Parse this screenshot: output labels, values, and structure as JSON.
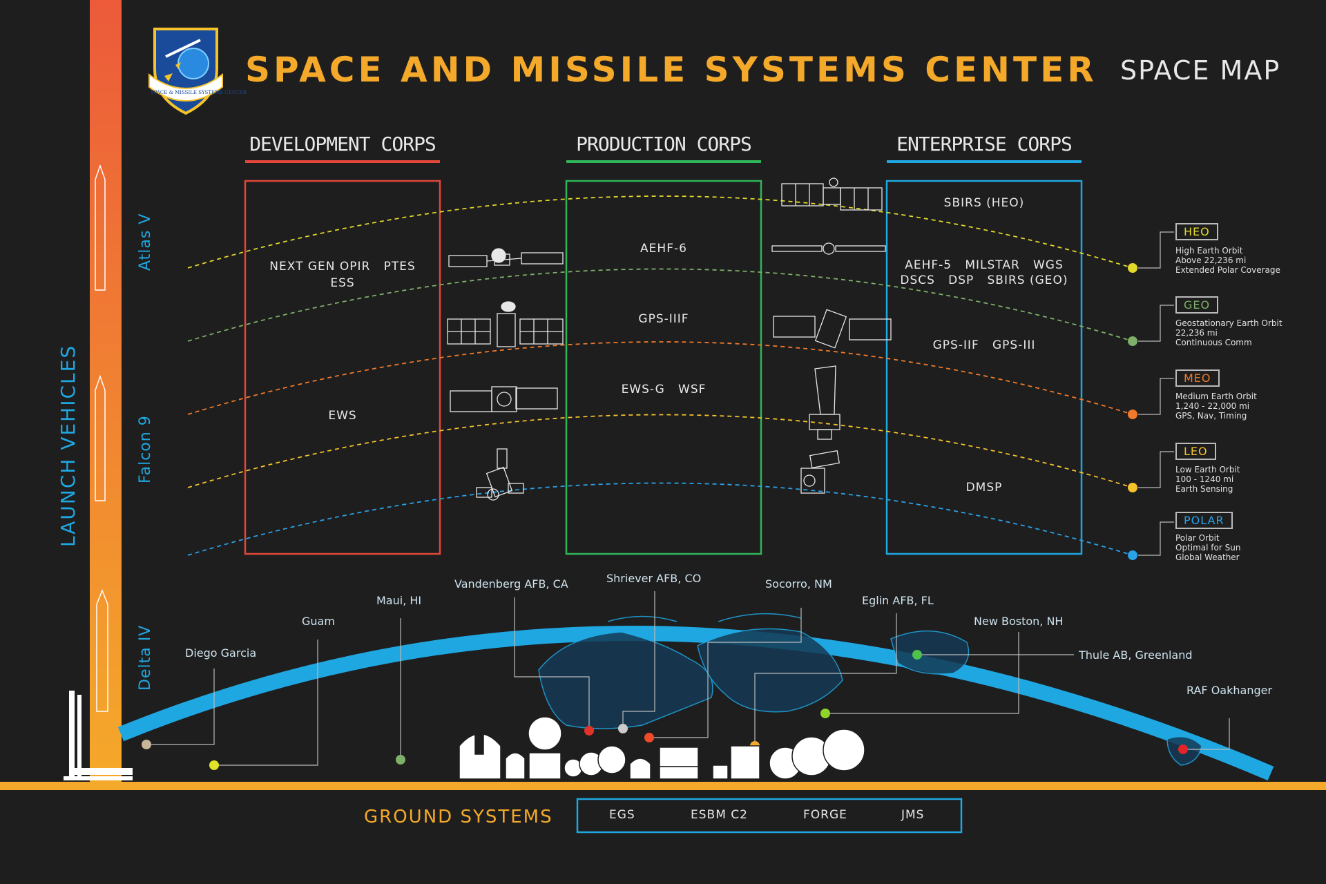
{
  "header": {
    "title": "SPACE AND MISSILE SYSTEMS CENTER",
    "subtitle": "SPACE MAP",
    "logo_text": "SPACE & MISSILE SYSTEMS CENTER"
  },
  "launch_vehicles": {
    "label": "LAUNCH VEHICLES",
    "vehicles": [
      "Atlas V",
      "Falcon 9",
      "Delta IV"
    ]
  },
  "corps": [
    {
      "name": "DEVELOPMENT CORPS",
      "color": "#e2473a",
      "programs": [
        "NEXT GEN OPIR   PTES",
        "ESS",
        "EWS"
      ]
    },
    {
      "name": "PRODUCTION CORPS",
      "color": "#2fb55a",
      "programs": [
        "AEHF-6",
        "GPS-IIIF",
        "EWS-G   WSF"
      ]
    },
    {
      "name": "ENTERPRISE CORPS",
      "color": "#1fa7e2",
      "programs": [
        "SBIRS (HEO)",
        "AEHF-5   MILSTAR   WGS",
        "DSCS   DSP   SBIRS (GEO)",
        "GPS-IIF   GPS-III",
        "DMSP"
      ]
    }
  ],
  "orbits": [
    {
      "tag": "HEO",
      "color": "#e2d82a",
      "desc": [
        "High Earth Orbit",
        "Above 22,236 mi",
        "Extended Polar Coverage"
      ]
    },
    {
      "tag": "GEO",
      "color": "#7fb069",
      "desc": [
        "Geostationary Earth Orbit",
        "22,236 mi",
        "Continuous Comm"
      ]
    },
    {
      "tag": "MEO",
      "color": "#f07a2a",
      "desc": [
        "Medium Earth Orbit",
        "1,240 - 22,000 mi",
        "GPS, Nav, Timing"
      ]
    },
    {
      "tag": "LEO",
      "color": "#f5c32a",
      "desc": [
        "Low Earth Orbit",
        "100 - 1240 mi",
        "Earth Sensing"
      ]
    },
    {
      "tag": "POLAR",
      "color": "#2aa2e8",
      "desc": [
        "Polar Orbit",
        "Optimal for Sun",
        "Global Weather"
      ]
    }
  ],
  "sites": [
    {
      "name": "Diego Garcia",
      "color": "#c8b69a"
    },
    {
      "name": "Guam",
      "color": "#e2e22a"
    },
    {
      "name": "Maui, HI",
      "color": "#7fb069"
    },
    {
      "name": "Vandenberg AFB, CA",
      "color": "#e2332a"
    },
    {
      "name": "Shriever AFB, CO",
      "color": "#cccccc"
    },
    {
      "name": "Socorro, NM",
      "color": "#f04a2a"
    },
    {
      "name": "Eglin AFB, FL",
      "color": "#f5a92a"
    },
    {
      "name": "New Boston, NH",
      "color": "#8fd42a"
    },
    {
      "name": "Thule AB, Greenland",
      "color": "#4ec24a"
    },
    {
      "name": "RAF Oakhanger",
      "color": "#e2232a"
    }
  ],
  "ground_systems": {
    "label": "GROUND SYSTEMS",
    "items": [
      "EGS",
      "ESBM C2",
      "FORGE",
      "JMS"
    ]
  }
}
